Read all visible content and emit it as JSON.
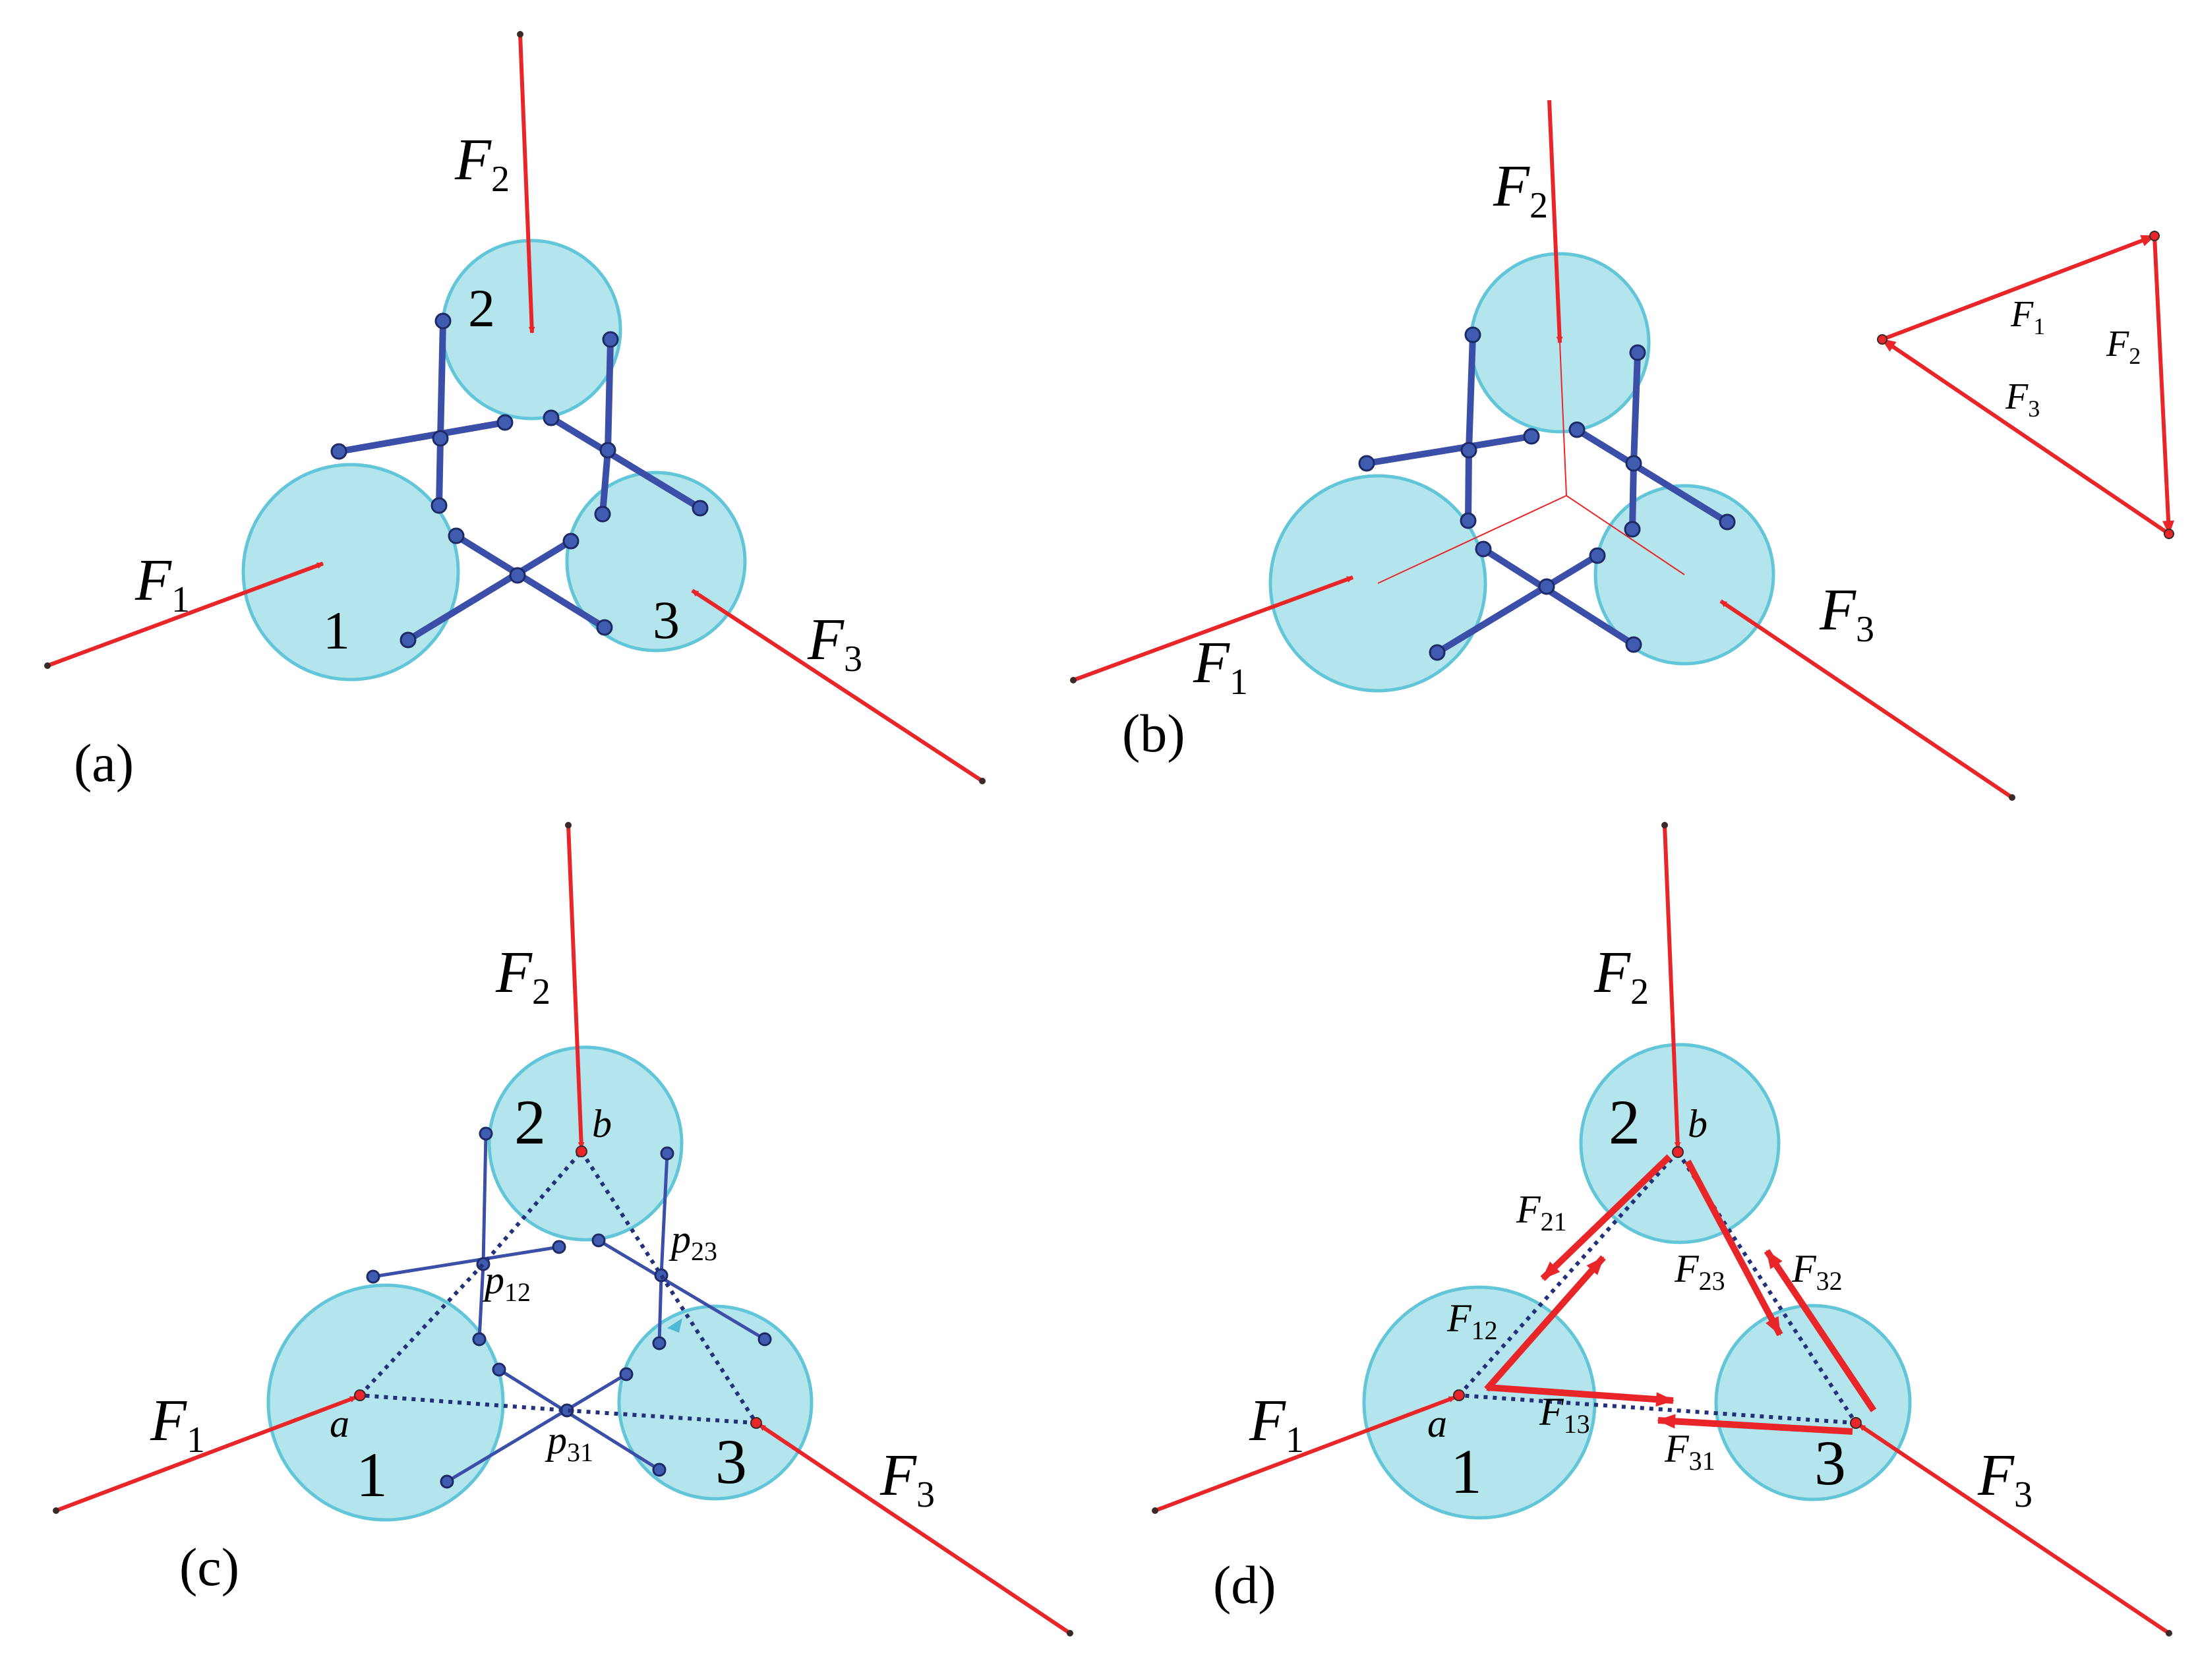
{
  "colors": {
    "disc_fill": "#b4e4ec",
    "disc_stroke": "#62c6d8",
    "force": "#e8262a",
    "link": "#3b4fa8",
    "joint": "#3f5cb0",
    "dotted": "#23307a",
    "point": "#e8262a"
  },
  "panels": {
    "a": {
      "label": "(a)"
    },
    "b": {
      "label": "(b)"
    },
    "c": {
      "label": "(c)"
    },
    "d": {
      "label": "(d)"
    }
  },
  "labels": {
    "body1": "1",
    "body2": "2",
    "body3": "3",
    "F1": {
      "base": "F",
      "sub": "1"
    },
    "F2": {
      "base": "F",
      "sub": "2"
    },
    "F3": {
      "base": "F",
      "sub": "3"
    },
    "a": "a",
    "b": "b",
    "p12": {
      "base": "p",
      "sub": "12"
    },
    "p23": {
      "base": "p",
      "sub": "23"
    },
    "p31": {
      "base": "p",
      "sub": "31"
    },
    "F12": {
      "base": "F",
      "sub": "12"
    },
    "F21": {
      "base": "F",
      "sub": "21"
    },
    "F13": {
      "base": "F",
      "sub": "13"
    },
    "F31": {
      "base": "F",
      "sub": "31"
    },
    "F23": {
      "base": "F",
      "sub": "23"
    },
    "F32": {
      "base": "F",
      "sub": "32"
    }
  }
}
